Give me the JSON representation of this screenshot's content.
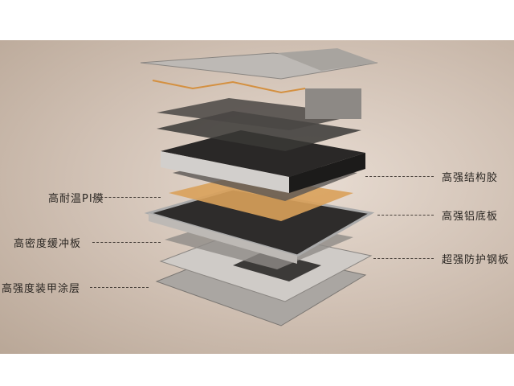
{
  "left_labels": [
    "高耐温PI膜",
    "高密度缓冲板",
    "高强度装甲涂层"
  ],
  "right_labels": [
    "高强结构胶",
    "高强铝底板",
    "超强防护钢板"
  ],
  "colors": {
    "background": "#d6c7bb",
    "pi_film": "#d9a15a",
    "steel": "#c9c6c2",
    "dark": "#3a3836"
  }
}
